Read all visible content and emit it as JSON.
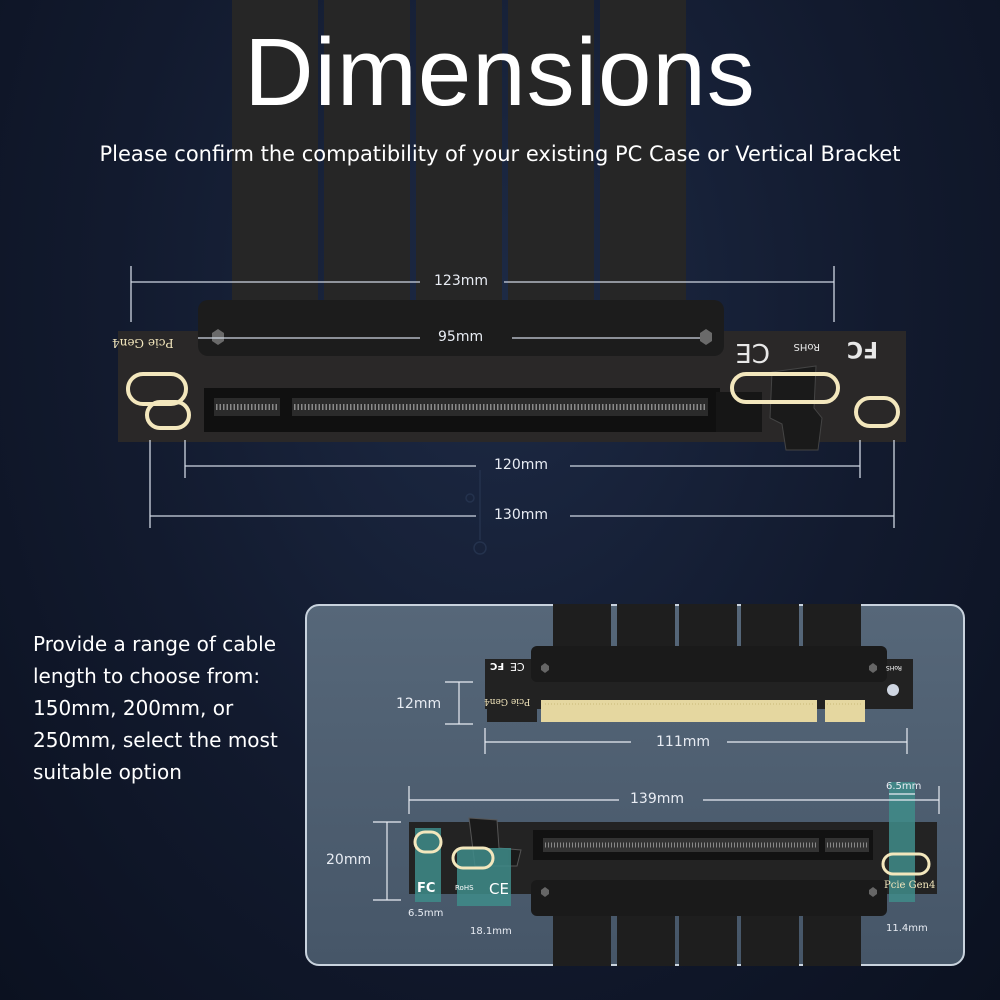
{
  "header": {
    "title": "Dimensions",
    "subtitle": "Please confirm the compatibility of your existing PC Case or Vertical Bracket"
  },
  "description": {
    "lines": [
      "Provide a range of cable",
      "length to choose from:",
      "150mm, 200mm, or",
      "250mm, select the most",
      "suitable option"
    ]
  },
  "top_diagram": {
    "dim_123": "123mm",
    "dim_95": "95mm",
    "dim_120": "120mm",
    "dim_130": "130mm",
    "board_text_left": "Pcie Gen4",
    "marks": {
      "ce": "CE",
      "rohs": "RoHS",
      "fc": "FC"
    }
  },
  "panel": {
    "dim_12": "12mm",
    "dim_111": "111mm",
    "dim_139": "139mm",
    "dim_20": "20mm",
    "dim_6_5_top": "6.5mm",
    "dim_6_5_left": "6.5mm",
    "dim_18_1": "18.1mm",
    "dim_11_4": "11.4mm",
    "card_text": "Pcie Gen4",
    "card_marks": {
      "ce": "CE",
      "fc": "FC",
      "rohs": "RoHS"
    },
    "lower_text": "Pcie Gen4",
    "lower_marks": {
      "fc": "FC",
      "rohs": "RoHS",
      "ce": "CE"
    }
  },
  "colors": {
    "background": "#121a2e",
    "board": "#232323",
    "cable": "#1f1f1f",
    "panel": "#506174",
    "gold": "#e8d9a2",
    "teal": "#3f8c8a"
  }
}
